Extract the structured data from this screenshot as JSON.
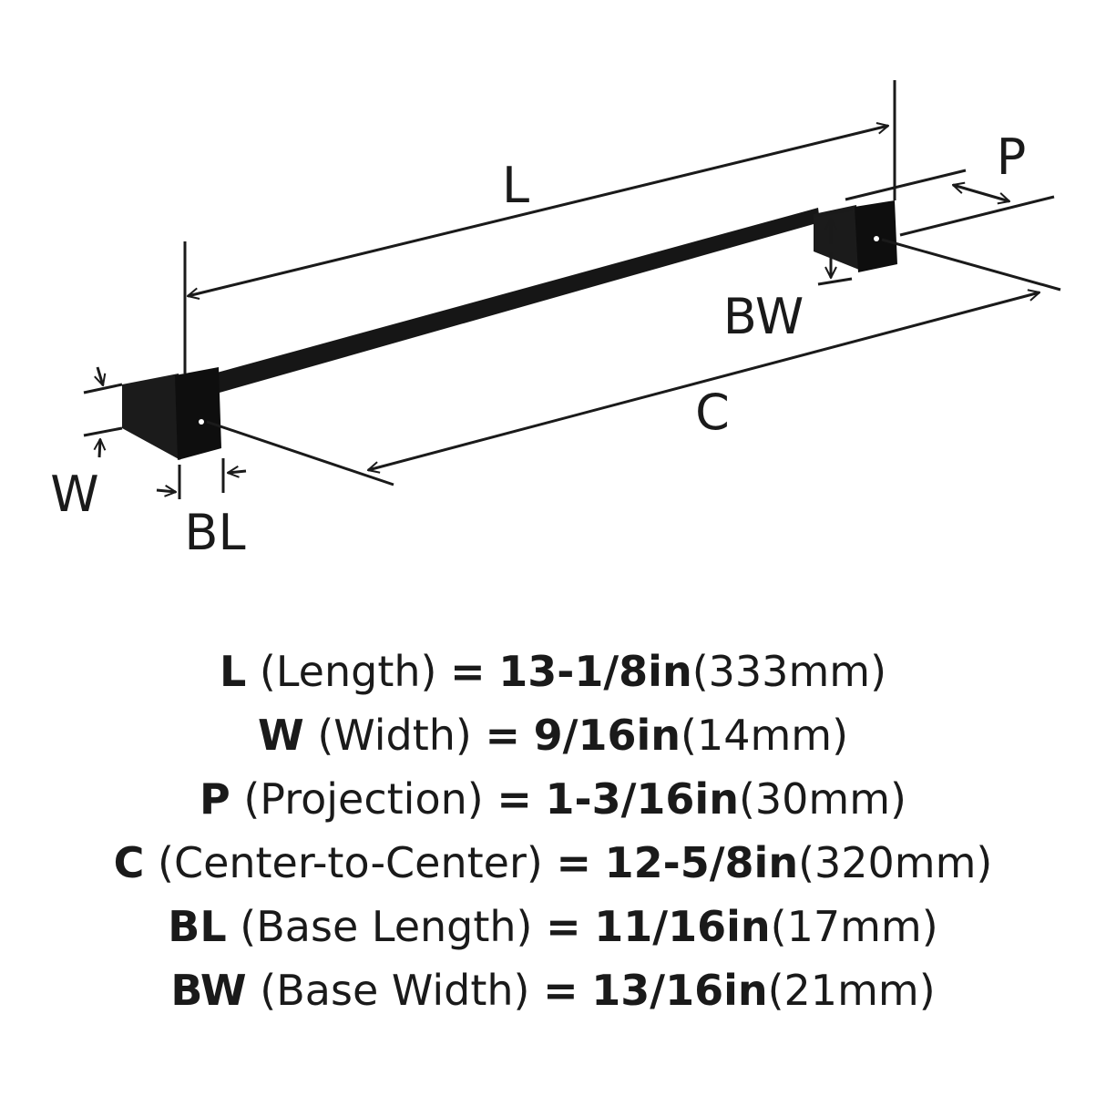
{
  "labels": {
    "L": "L",
    "P": "P",
    "BW": "BW",
    "C": "C",
    "W": "W",
    "BL": "BL"
  },
  "specs": [
    {
      "code": "L",
      "name": "(Length)",
      "eq": "=",
      "imperial": "13-1/8in",
      "metric": "(333mm)"
    },
    {
      "code": "W",
      "name": "(Width)",
      "eq": "=",
      "imperial": "9/16in",
      "metric": "(14mm)"
    },
    {
      "code": "P",
      "name": "(Projection)",
      "eq": "=",
      "imperial": "1-3/16in",
      "metric": "(30mm)"
    },
    {
      "code": "C",
      "name": "(Center-to-Center)",
      "eq": "=",
      "imperial": "12-5/8in",
      "metric": "(320mm)"
    },
    {
      "code": "BL",
      "name": "(Base Length)",
      "eq": "=",
      "imperial": "11/16in",
      "metric": "(17mm)"
    },
    {
      "code": "BW",
      "name": "(Base Width)",
      "eq": "=",
      "imperial": "13/16in",
      "metric": "(21mm)"
    }
  ],
  "colors": {
    "ink": "#1a1a1a",
    "product": "#161616"
  }
}
